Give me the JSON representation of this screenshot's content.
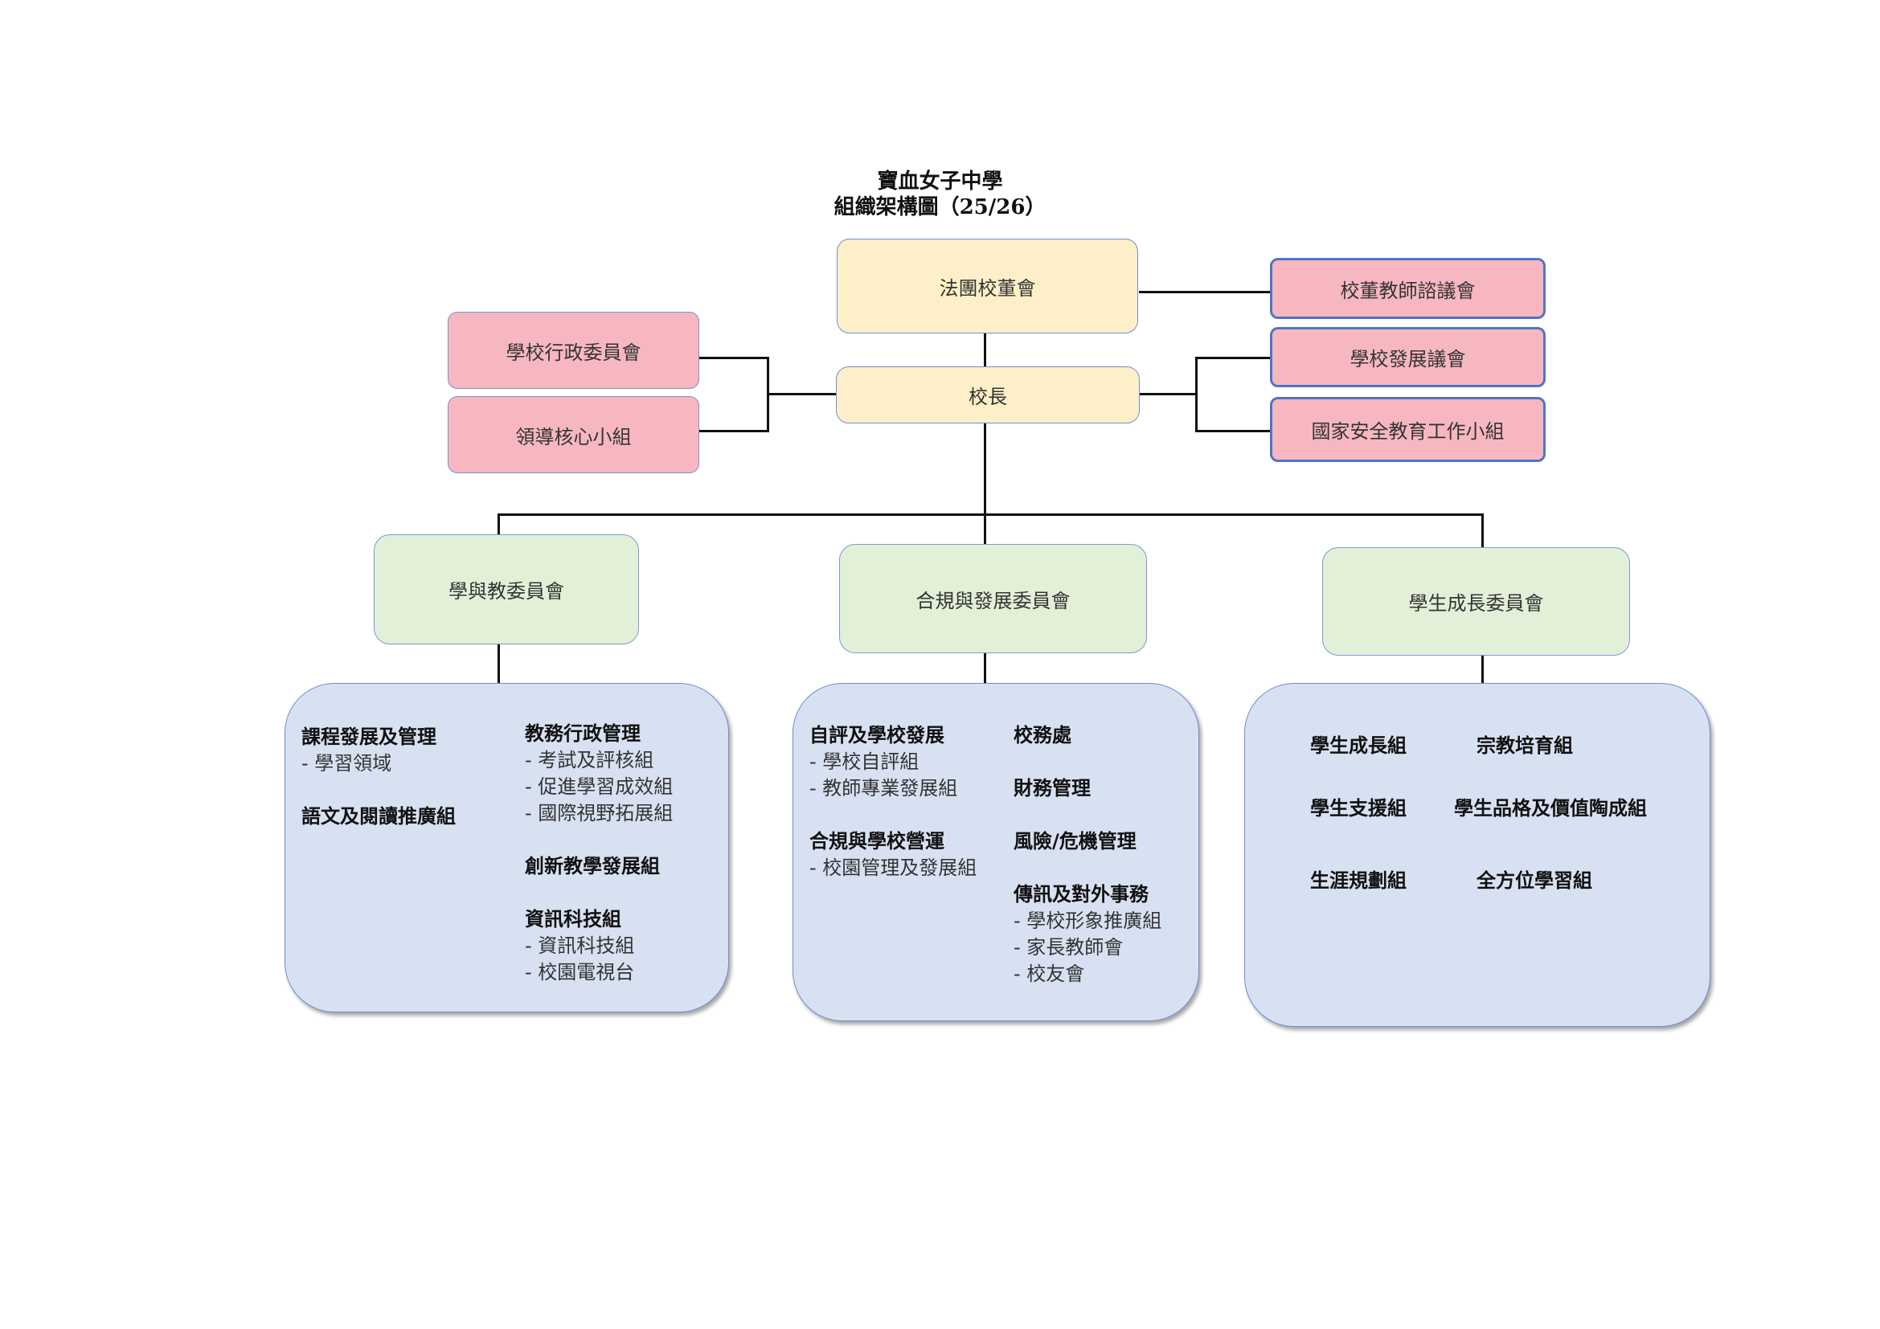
{
  "title": {
    "line1": "寶血女子中學",
    "line2": "組織架構圖（25/26）"
  },
  "top": {
    "board": "法團校董會",
    "principal": "校長",
    "left_councils": [
      "學校行政委員會",
      "領導核心小組"
    ],
    "right_councils": [
      "校董教師諮議會",
      "學校發展議會",
      "國家安全教育工作小組"
    ]
  },
  "committees": {
    "learning": {
      "label": "學與教委員會",
      "col1": [
        {
          "head": "課程發展及管理",
          "items": [
            "- 學習領域"
          ]
        },
        {
          "head": "語文及閱讀推廣組",
          "items": []
        }
      ],
      "col2": [
        {
          "head": "教務行政管理",
          "items": [
            "- 考試及評核組",
            "- 促進學習成效組",
            "- 國際視野拓展組"
          ]
        },
        {
          "head": "創新教學發展組",
          "items": []
        },
        {
          "head": "資訊科技組",
          "items": [
            "- 資訊科技組",
            "- 校園電視台"
          ]
        }
      ]
    },
    "compliance": {
      "label": "合規與發展委員會",
      "col1": [
        {
          "head": "自評及學校發展",
          "items": [
            "- 學校自評組",
            "- 教師專業發展組"
          ]
        },
        {
          "head": "合規與學校營運",
          "items": [
            "- 校園管理及發展組"
          ]
        }
      ],
      "col2": [
        {
          "head": "校務處",
          "items": []
        },
        {
          "head": "財務管理",
          "items": []
        },
        {
          "head": "風險/危機管理",
          "items": []
        },
        {
          "head": "傳訊及對外事務",
          "items": [
            "- 學校形象推廣組",
            "- 家長教師會",
            "- 校友會"
          ]
        }
      ]
    },
    "growth": {
      "label": "學生成長委員會",
      "groups": [
        "學生成長組",
        "宗教培育組",
        "學生支援組",
        "學生品格及價值陶成組",
        "生涯規劃組",
        "全方位學習組"
      ]
    }
  }
}
